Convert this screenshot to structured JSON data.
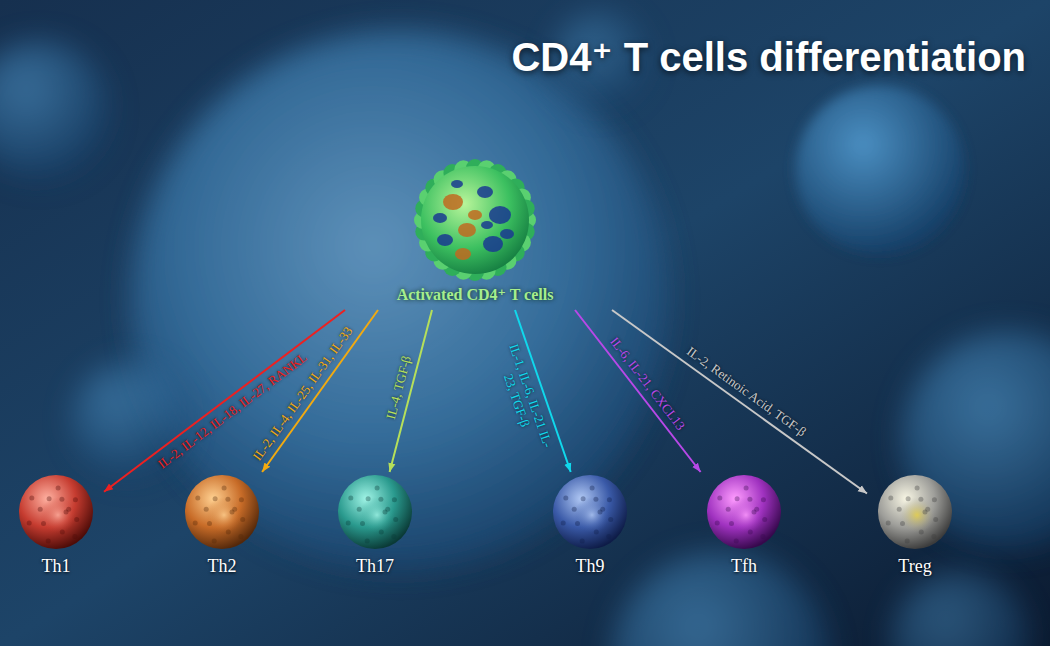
{
  "diagram": {
    "title": "CD4⁺ T cells differentiation",
    "nodes": [
      {
        "text": [
          "Activated CD4⁺ T cells"
        ]
      },
      {
        "text": [
          "Th1"
        ]
      },
      {
        "text": [
          "Th2"
        ]
      },
      {
        "text": [
          "Th17"
        ]
      },
      {
        "text": [
          "Th9"
        ]
      },
      {
        "text": [
          "Tfh"
        ]
      },
      {
        "text": [
          "Treg"
        ]
      }
    ],
    "edges": [
      {
        "from": 0,
        "to": 1,
        "arrow": "to",
        "label": "IL-2, IL-12, IL-18, IL-27, RANKL"
      },
      {
        "from": 0,
        "to": 2,
        "arrow": "to",
        "label": "IL-2, IL-4, IL-25, IL-31, IL-33"
      },
      {
        "from": 0,
        "to": 3,
        "arrow": "to",
        "label": "IL-4, TGF-β"
      },
      {
        "from": 0,
        "to": 4,
        "arrow": "to",
        "label": "IL-1, IL-6, IL-21 IL-23, TGF-β"
      },
      {
        "from": 0,
        "to": 5,
        "arrow": "to",
        "label": "IL-6, IL-21, CXCL13"
      },
      {
        "from": 0,
        "to": 6,
        "arrow": "to",
        "label": "IL-2, Retinoic Acid, TGF-β"
      }
    ]
  }
}
